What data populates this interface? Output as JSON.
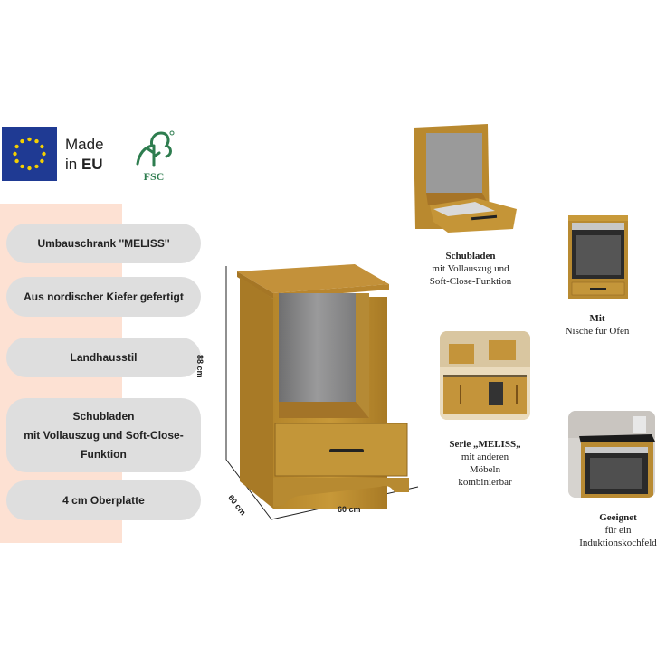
{
  "badges": {
    "made_line1": "Made",
    "made_line2_prefix": "in",
    "made_line2_bold": "EU",
    "fsc_label": "FSC"
  },
  "features": [
    {
      "label": "Umbauschrank ''MELISS''"
    },
    {
      "label": "Aus nordischer Kiefer gefertigt"
    },
    {
      "label": "Landhausstil"
    },
    {
      "label_line1": "Schubladen",
      "label_line2": "mit Vollauszug und Soft-Close-",
      "label_line3": "Funktion"
    },
    {
      "label": "4 cm Oberplatte"
    }
  ],
  "dimensions": {
    "height": "88 cm",
    "depth": "60 cm",
    "width": "60 cm"
  },
  "captions": {
    "drawer": {
      "title": "Schubladen",
      "line2": "mit Vollauszug und",
      "line3": "Soft-Close-Funktion"
    },
    "niche": {
      "title": "Mit",
      "line2": "Nische für Ofen"
    },
    "series": {
      "title": "Serie „MELISS„",
      "line2": "mit anderen",
      "line3": "Möbeln",
      "line4": "kombinierbar"
    },
    "induction": {
      "title": "Geeignet",
      "line2": "für ein",
      "line3": "Induktionskochfeld"
    }
  },
  "colors": {
    "eu_blue": "#1f3a93",
    "eu_star": "#f5d000",
    "fsc_green": "#2e7d4f",
    "band": "#fde1d3",
    "pill": "#dedede",
    "wood": "#b88a2e"
  }
}
